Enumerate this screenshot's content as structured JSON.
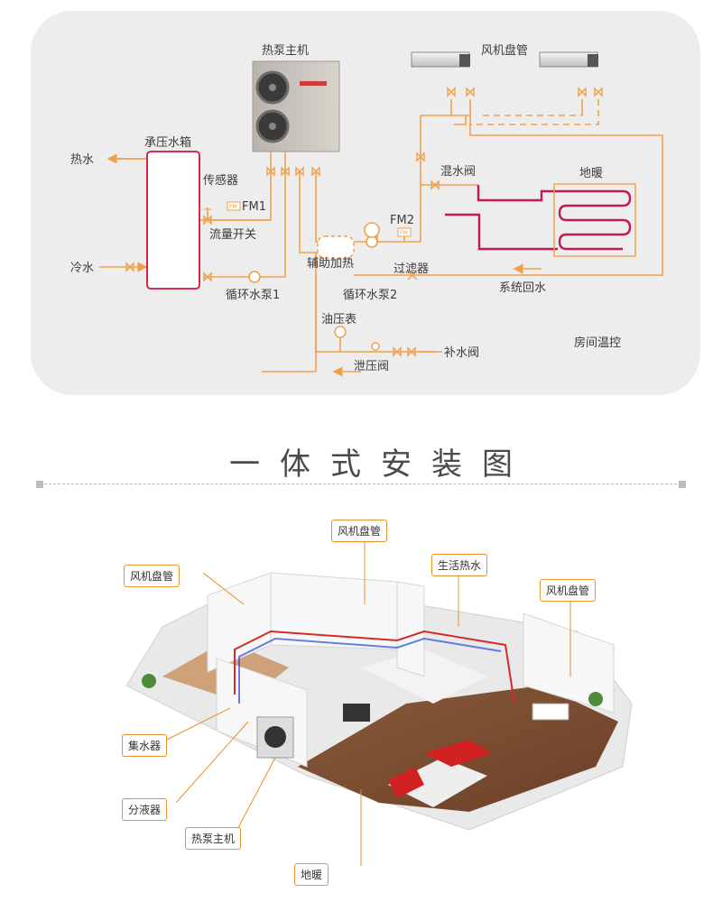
{
  "diagram": {
    "labels": {
      "heat_pump_unit": "热泵主机",
      "fan_coil": "风机盘管",
      "pressure_tank": "承压水箱",
      "hot_water": "热水",
      "cold_water": "冷水",
      "sensor": "传感器",
      "fm1": "FM1",
      "flow_switch": "流量开关",
      "circ_pump_1": "循环水泵1",
      "mixing_valve": "混水阀",
      "floor_heating": "地暖",
      "fm2": "FM2",
      "aux_heating": "辅助加热",
      "filter": "过滤器",
      "circ_pump_2": "循环水泵2",
      "system_return": "系统回水",
      "oil_gauge": "油压表",
      "makeup_valve": "补水阀",
      "relief_valve": "泄压阀",
      "room_thermostat": "房间温控",
      "fm_tag": "FM"
    }
  },
  "section_title": "一体式安装图",
  "house": {
    "callouts": {
      "fan_coil_top": "风机盘管",
      "fan_coil_left": "风机盘管",
      "domestic_hot_water": "生活热水",
      "fan_coil_right": "风机盘管",
      "water_collector": "集水器",
      "water_distributor": "分液器",
      "heat_pump_unit": "热泵主机",
      "floor_heating": "地暖"
    }
  },
  "colors": {
    "pipe_orange": "#f0a04b",
    "pipe_red": "#c8174a",
    "tank_red": "#d0103a",
    "panel_bg": "#ededed",
    "callout_border": "#e8902c"
  }
}
